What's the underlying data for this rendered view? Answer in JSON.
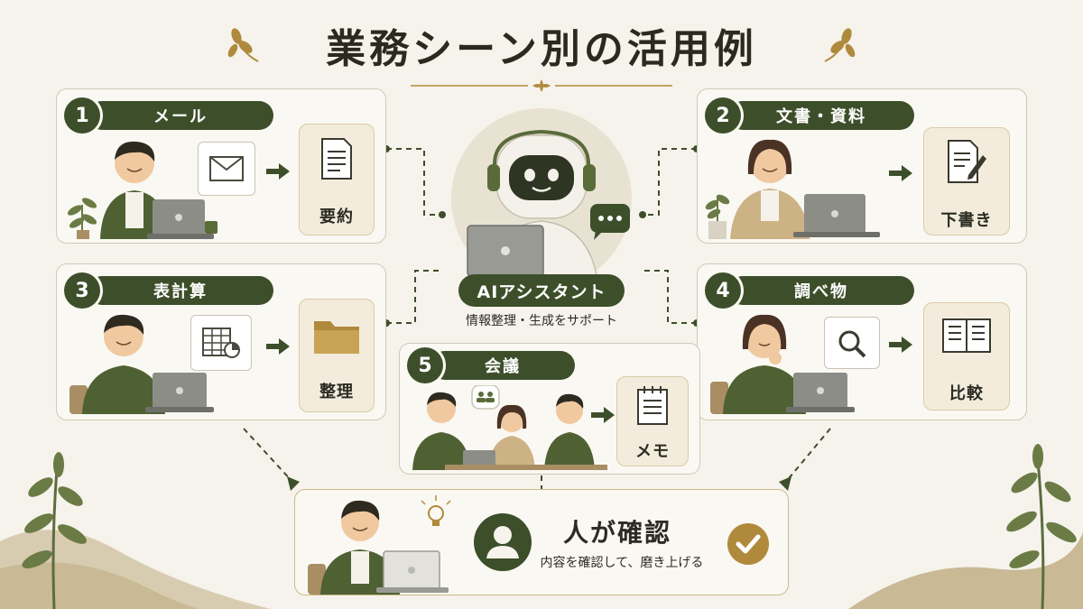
{
  "title": "業務シーン別の活用例",
  "center": {
    "label": "AIアシスタント",
    "sub": "情報整理・生成をサポート"
  },
  "cards": [
    {
      "num": "1",
      "label": "メール",
      "output": "要約",
      "icon": "envelope-icon",
      "output_icon": "document-icon"
    },
    {
      "num": "2",
      "label": "文書・資料",
      "output": "下書き",
      "icon": "none",
      "output_icon": "pen-document-icon"
    },
    {
      "num": "3",
      "label": "表計算",
      "output": "整理",
      "icon": "spreadsheet-icon",
      "output_icon": "folder-icon"
    },
    {
      "num": "4",
      "label": "調べ物",
      "output": "比較",
      "icon": "magnifier-icon",
      "output_icon": "book-icon"
    },
    {
      "num": "5",
      "label": "会議",
      "output": "メモ",
      "icon": "people-icon",
      "output_icon": "notepad-icon"
    }
  ],
  "confirm": {
    "title": "人が確認",
    "sub": "内容を確認して、磨き上げる"
  },
  "colors": {
    "accent": "#3d4f2a",
    "olive": "#5a6b3a",
    "gold": "#b08a3c",
    "background": "#f6f3ec"
  }
}
